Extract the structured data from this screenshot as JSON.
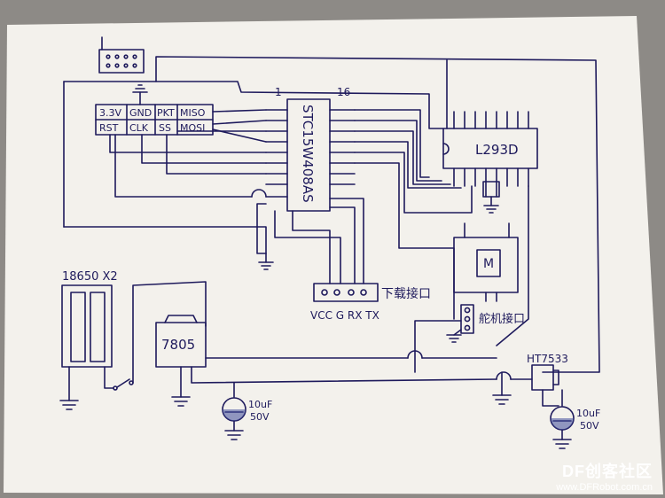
{
  "labels": {
    "pin_1": "1",
    "pin_16": "16",
    "mcu": "STC15W408AS",
    "driver": "L293D",
    "regulator": "7805",
    "battery": "18650 X2",
    "rf_33v": "3.3V",
    "rf_gnd": "GND",
    "rf_pkt": "PKT",
    "rf_miso": "MISO",
    "rf_rst": "RST",
    "rf_clk": "CLK",
    "rf_ss": "SS",
    "rf_mosi": "MOSI",
    "download_port": "下载接口",
    "download_pins": "VCC G RX TX",
    "servo_port": "舵机接口",
    "motor": "M",
    "ht_reg": "HT7533",
    "cap1_value": "10uF",
    "cap1_voltage": "50V",
    "cap2_value": "10uF",
    "cap2_voltage": "50V"
  },
  "watermark": {
    "title": "DF创客社区",
    "url": "www.DFRobot.com.cn"
  },
  "colors": {
    "ink": "#1e1a5c",
    "paper": "#f3f1ec",
    "background": "#8d8a86"
  }
}
